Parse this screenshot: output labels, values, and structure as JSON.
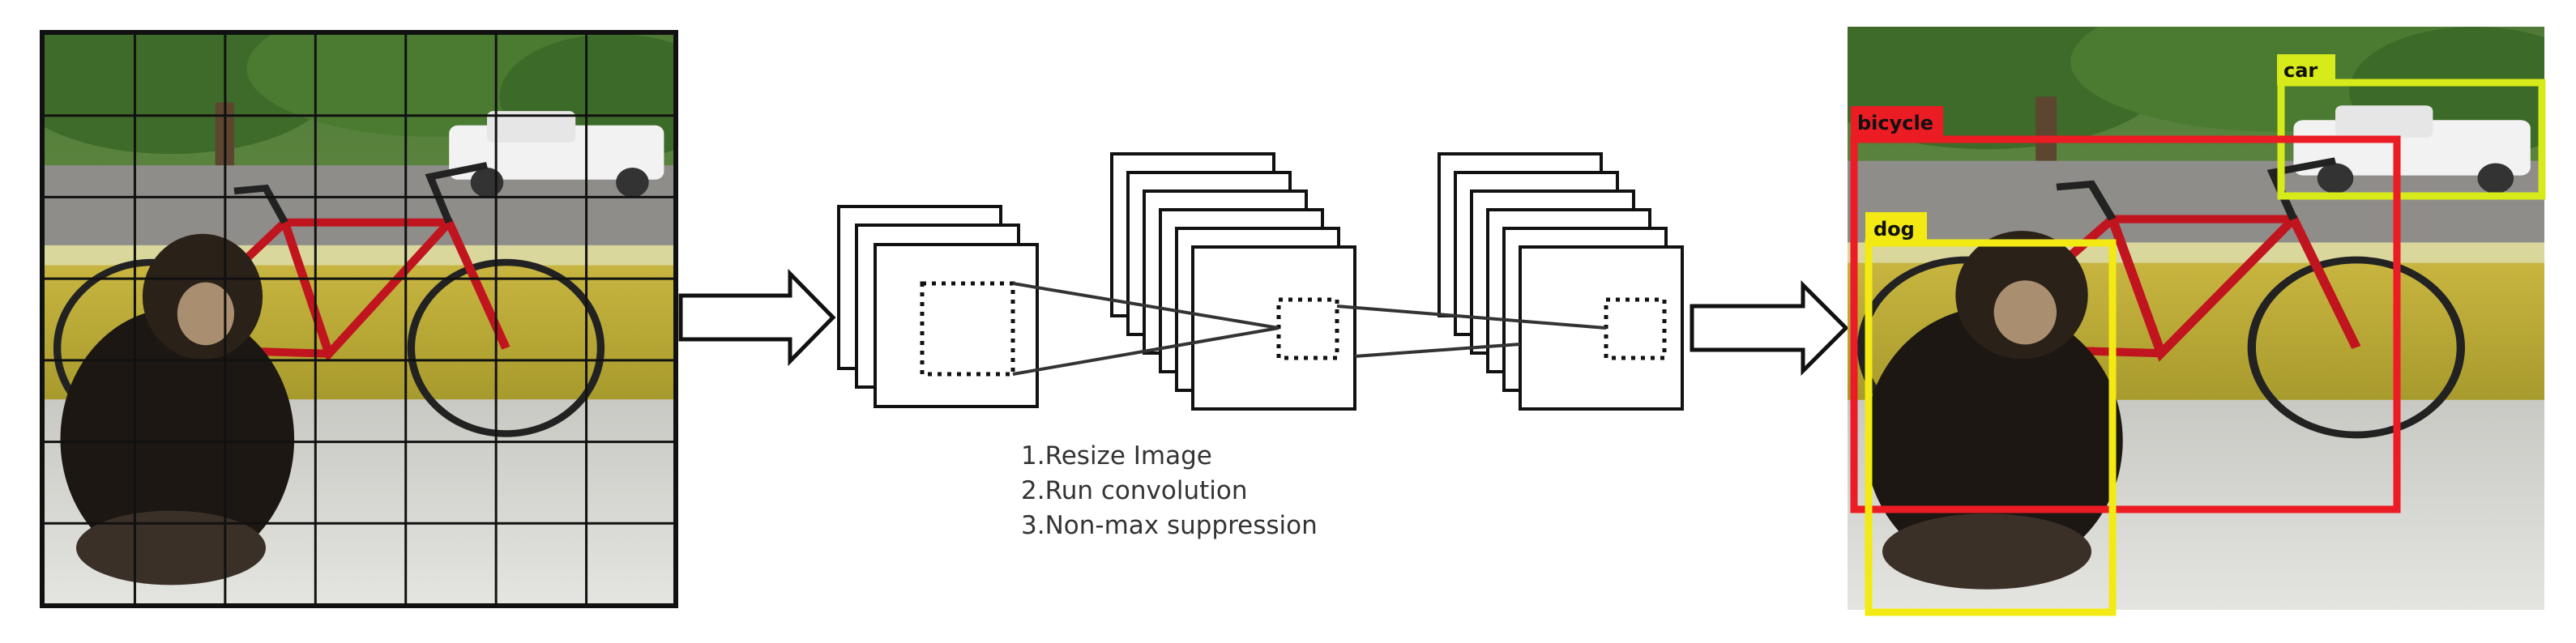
{
  "steps": [
    "1.Resize Image",
    "2.Run convolution",
    "3.Non-max suppression"
  ],
  "detections": [
    {
      "label": "car",
      "color": "#d7ea1a"
    },
    {
      "label": "bicycle",
      "color": "#ec1c24"
    },
    {
      "label": "dog",
      "color": "#f2ea12"
    }
  ],
  "grid": {
    "rows": 7,
    "cols": 7
  },
  "colors": {
    "outline": "#111111",
    "label_text": "#111111"
  }
}
